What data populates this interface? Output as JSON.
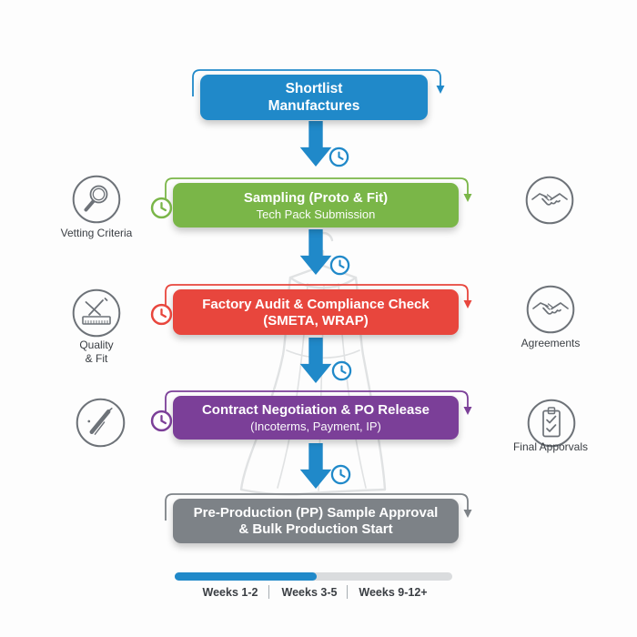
{
  "palette": {
    "blue": "#2089c9",
    "green": "#7ab648",
    "red": "#e8463d",
    "purple": "#7b3f98",
    "gray": "#7d8287",
    "icon_gray": "#6d7278",
    "label_text": "#3a3e43",
    "track_gray": "#dadcde",
    "watermark_gray": "#c9cccf"
  },
  "flow": {
    "connector_icon": "down-arrow-icon",
    "duration_icon": "clock-icon",
    "loop_icon": "loop-arrow-icon",
    "watermark_icon": "dress-on-hanger-watermark",
    "steps": [
      {
        "line1": "Shortlist",
        "line2": "Manufactures",
        "color": "#2089c9"
      },
      {
        "line1": "Sampling (Proto & Fit)",
        "line2": "Tech Pack Submission",
        "color": "#7ab648"
      },
      {
        "line1": "Factory Audit & Compliance Check",
        "line2": "(SMETA, WRAP)",
        "color": "#e8463d"
      },
      {
        "line1": "Contract Negotiation & PO Release",
        "line2": "(Incoterms, Payment, IP)",
        "color": "#7b3f98"
      },
      {
        "line1": "Pre-Production (PP) Sample Approval",
        "line2": "& Bulk Production Start",
        "color": "#7d8287"
      }
    ]
  },
  "side_icons": {
    "left": [
      {
        "icon": "magnifier-icon",
        "label": "Vetting Criteria"
      },
      {
        "icon": "ruler-pencil-icon",
        "label": "Quality\n& Fit"
      },
      {
        "icon": "pen-icon",
        "label": ""
      }
    ],
    "right": [
      {
        "icon": "handshake-icon",
        "label": ""
      },
      {
        "icon": "handshake-icon",
        "label": "Agreements"
      },
      {
        "icon": "clipboard-check-icon",
        "label": "Final Apporvals"
      }
    ]
  },
  "timeline": {
    "labels": [
      "Weeks 1-2",
      "Weeks 3-5",
      "Weeks 9-12+"
    ],
    "progress_fraction": 0.51
  }
}
